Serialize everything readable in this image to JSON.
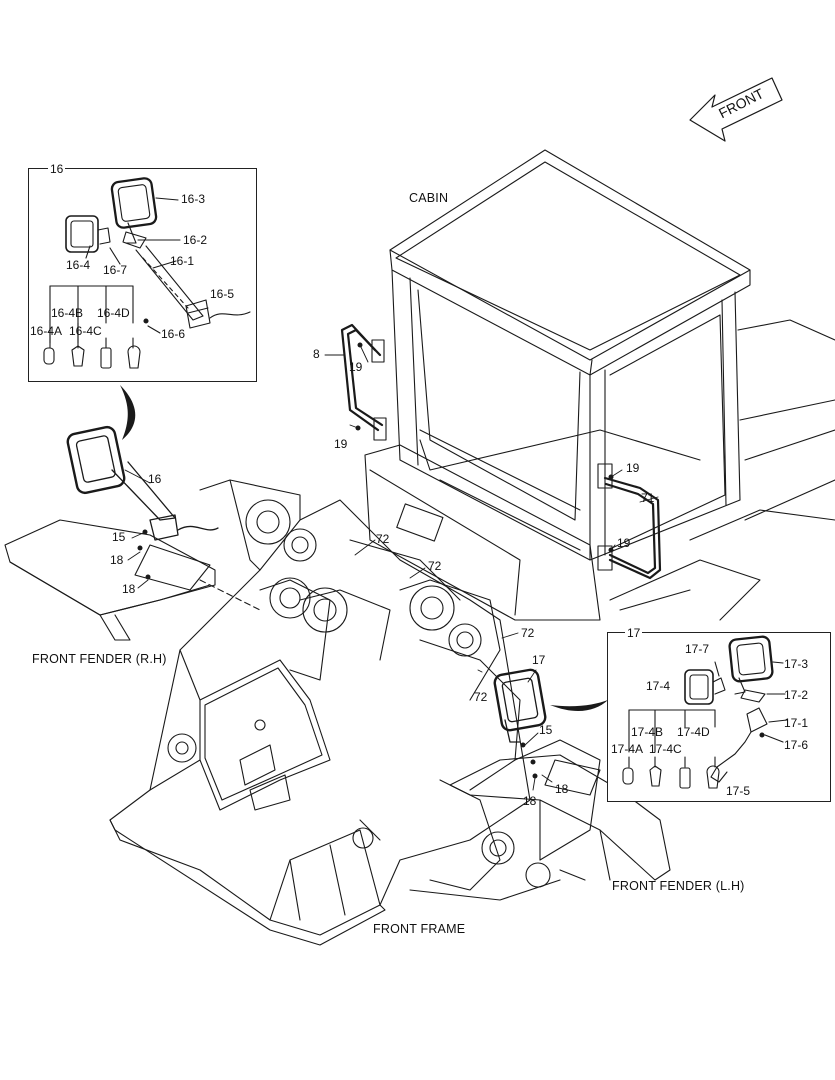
{
  "orientation": {
    "arrow_label": "FRONT"
  },
  "assemblies": {
    "cabin": "CABIN",
    "front_frame": "FRONT FRAME",
    "fender_rh": "FRONT FENDER (R.H)",
    "fender_lh": "FRONT FENDER (L.H)"
  },
  "detail_16": {
    "title": "16",
    "parts": [
      "16-1",
      "16-2",
      "16-3",
      "16-4",
      "16-5",
      "16-6",
      "16-7"
    ],
    "bulb_group": [
      "16-4A",
      "16-4B",
      "16-4C",
      "16-4D"
    ]
  },
  "detail_17": {
    "title": "17",
    "parts": [
      "17-1",
      "17-2",
      "17-3",
      "17-4",
      "17-5",
      "17-6",
      "17-7"
    ],
    "bulb_group": [
      "17-4A",
      "17-4B",
      "17-4C",
      "17-4D"
    ]
  },
  "callouts": {
    "handrail_left": "8",
    "handrail_right": "71",
    "bolt_19": "19",
    "mirror_16": "16",
    "mirror_17": "17",
    "bolt_15": "15",
    "nut_18": "18",
    "clip_72": "72"
  },
  "colors": {
    "line": "#1a1a1a",
    "background": "#ffffff"
  }
}
